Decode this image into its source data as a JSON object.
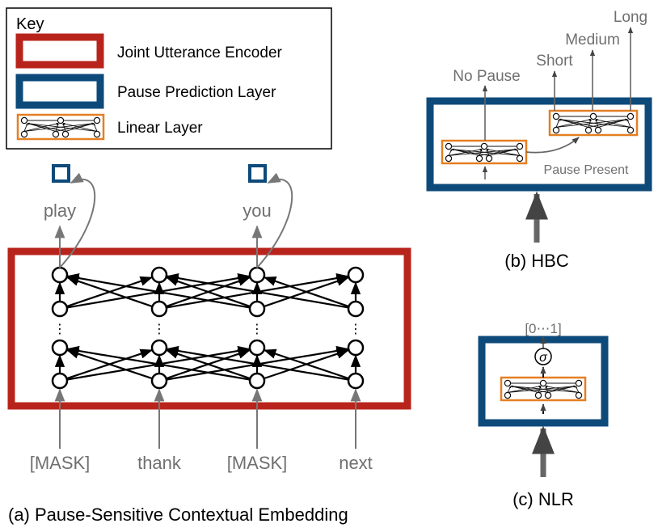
{
  "key": {
    "title": "Key",
    "items": [
      {
        "label": "Joint Utterance Encoder",
        "swatch": "red-thick-box"
      },
      {
        "label": "Pause Prediction Layer",
        "swatch": "blue-thick-box"
      },
      {
        "label": "Linear Layer",
        "swatch": "orange-linear-layer-icon"
      }
    ]
  },
  "encoder": {
    "inputs": [
      "[MASK]",
      "thank",
      "[MASK]",
      "next"
    ],
    "outputs": [
      "play",
      "you"
    ],
    "ellipsis": "⋮",
    "caption": "(a) Pause-Sensitive Contextual Embedding"
  },
  "hbc": {
    "outputs": [
      "No Pause",
      "Short",
      "Medium",
      "Long"
    ],
    "branch_label": "Pause Present",
    "caption": "(b) HBC"
  },
  "nlr": {
    "output_range": "[0⋯1]",
    "sigmoid_symbol": "σ",
    "caption": "(c) NLR"
  },
  "colors": {
    "encoder_red": "#b8241c",
    "pause_blue": "#0d4a7a",
    "linear_orange": "#e57f22",
    "gray_text": "#6f6f6f",
    "arrow_gray": "#666666"
  }
}
